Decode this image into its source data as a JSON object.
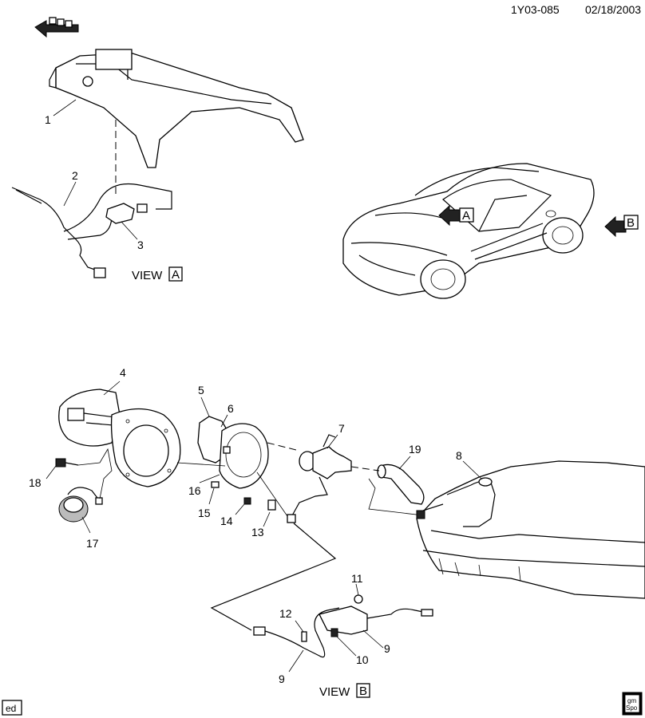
{
  "header": {
    "drawing_id": "1Y03-085",
    "date": "02/18/2003"
  },
  "callouts": [
    "1",
    "2",
    "3",
    "4",
    "5",
    "6",
    "7",
    "8",
    "9",
    "10",
    "11",
    "12",
    "13",
    "14",
    "15",
    "16",
    "17",
    "18",
    "19",
    "9"
  ],
  "views": {
    "a": {
      "word": "VIEW",
      "letter": "A"
    },
    "b": {
      "word": "VIEW",
      "letter": "B"
    }
  },
  "car_markers": {
    "a": "A",
    "b": "B"
  },
  "footer": {
    "tag": "ed",
    "logo_line1": "gm",
    "logo_line2": "Spo"
  }
}
